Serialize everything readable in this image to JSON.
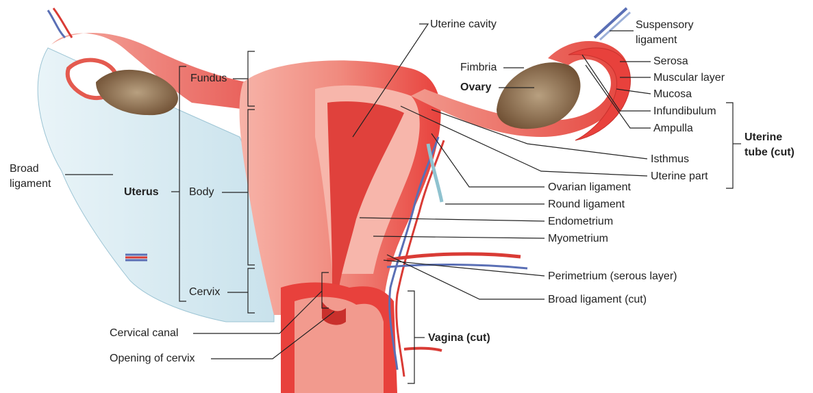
{
  "labels": {
    "uterine_cavity": "Uterine cavity",
    "suspensory_ligament_1": "Suspensory",
    "suspensory_ligament_2": "ligament",
    "serosa": "Serosa",
    "muscular_layer": "Muscular layer",
    "mucosa": "Mucosa",
    "fimbria": "Fimbria",
    "ovary": "Ovary",
    "infundibulum": "Infundibulum",
    "ampulla": "Ampulla",
    "isthmus": "Isthmus",
    "uterine_part": "Uterine part",
    "uterine_tube_1": "Uterine",
    "uterine_tube_2": "tube (cut)",
    "ovarian_ligament": "Ovarian ligament",
    "round_ligament": "Round ligament",
    "endometrium": "Endometrium",
    "myometrium": "Myometrium",
    "perimetrium": "Perimetrium (serous layer)",
    "broad_ligament_cut": "Broad ligament (cut)",
    "vagina_cut": "Vagina (cut)",
    "fundus": "Fundus",
    "body": "Body",
    "cervix": "Cervix",
    "uterus": "Uterus",
    "broad_ligament_1": "Broad",
    "broad_ligament_2": "ligament",
    "cervical_canal": "Cervical canal",
    "opening_of_cervix": "Opening of cervix"
  },
  "colors": {
    "uterus_red": "#e8413c",
    "uterus_pink": "#f6a59a",
    "ligament_blue": "#d6ecf4",
    "ovary_brown": "#8a6a4a",
    "vein_blue": "#5a6fb5"
  }
}
